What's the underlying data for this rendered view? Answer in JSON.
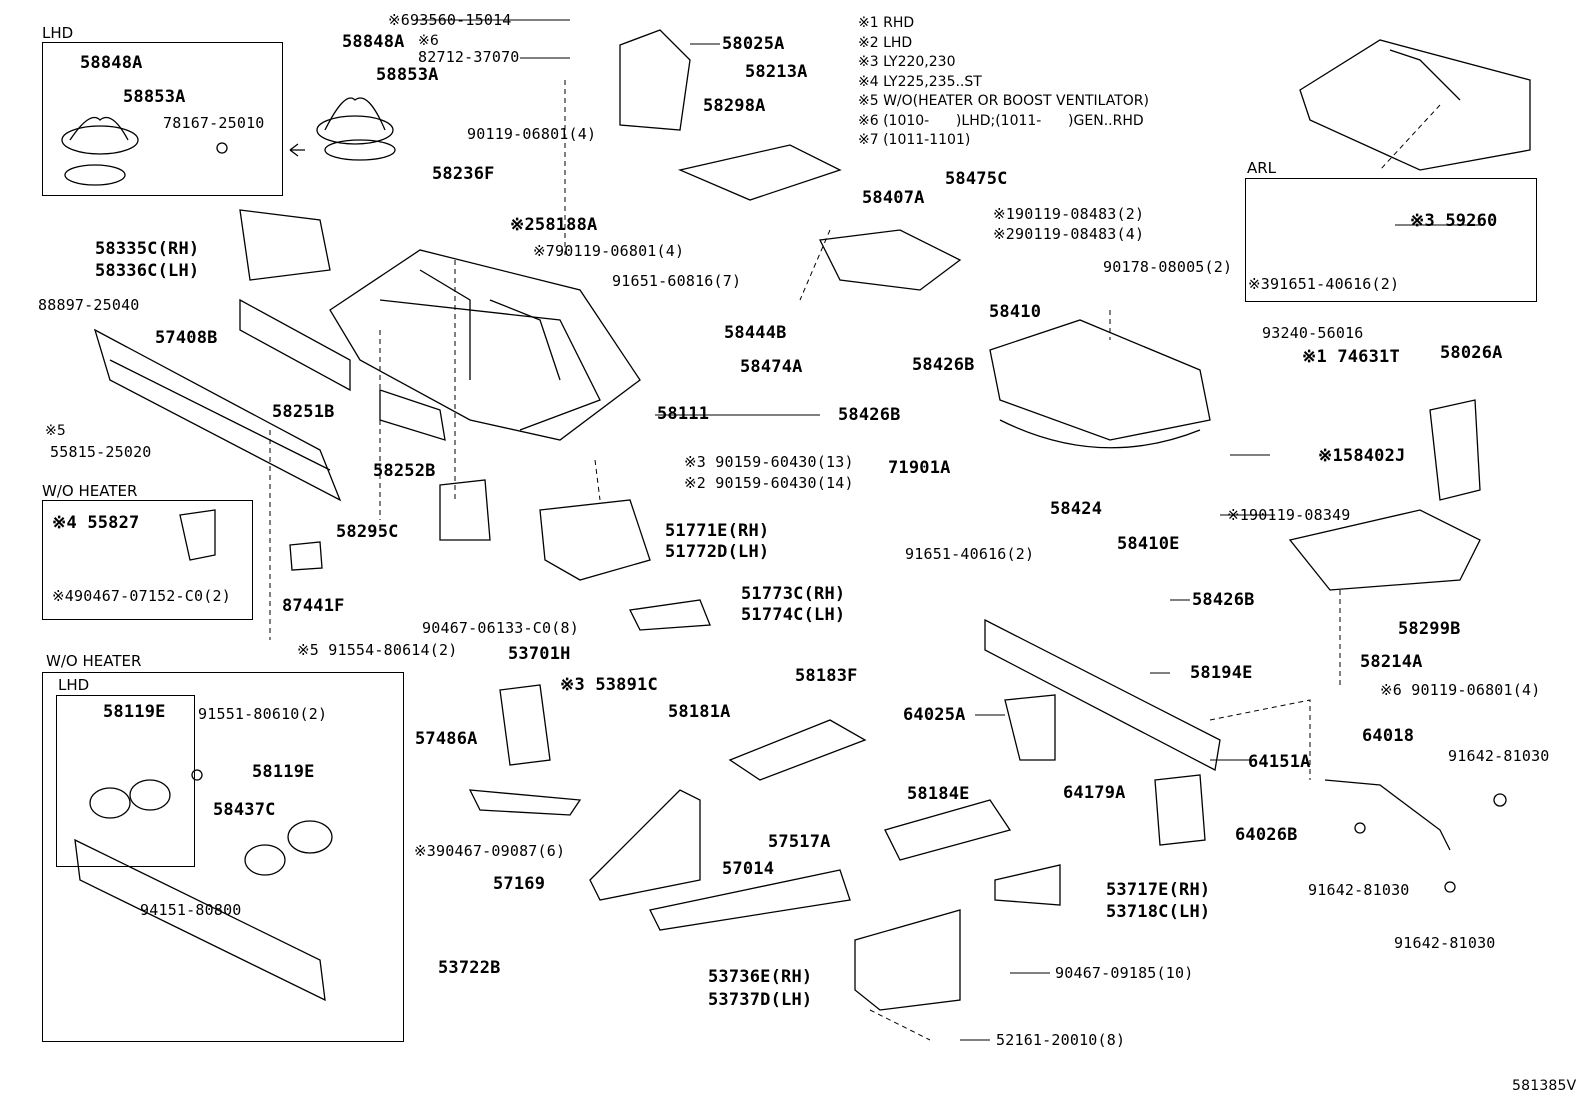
{
  "notes": [
    "※1 RHD",
    "※2 LHD",
    "※3 LY220,230",
    "※4 LY225,235..ST",
    "※5 W/O(HEATER OR BOOST VENTILATOR)",
    "※6 (1010-      )LHD;(1011-      )GEN..RHD",
    "※7 (1011-1101)"
  ],
  "boxes": {
    "lhd_top": "LHD",
    "arl": "ARL",
    "wo_heater_1": "W/O HEATER",
    "wo_heater_2": "W/O HEATER",
    "lhd_inner": "LHD"
  },
  "labels": {
    "p58848A_a": "58848A",
    "p58853A_a": "58853A",
    "p78167": "78167-25010",
    "p58848A_b": "58848A",
    "n6a": "※6",
    "p58853A_b": "58853A",
    "p93560": "※693560-15014",
    "p82712": "82712-37070",
    "p90119_06801_4": "90119-06801(4)",
    "p58236F": "58236F",
    "p58025A": "58025A",
    "p58213A": "58213A",
    "p58298A": "58298A",
    "p58188A": "※258188A",
    "p90119_06801_7": "※790119-06801(4)",
    "p58335C": "58335C(RH)",
    "p58336C": "58336C(LH)",
    "p88897": "88897-25040",
    "p57408B": "57408B",
    "n5": "※5",
    "p55815": "55815-25020",
    "p58251B": "58251B",
    "p58252B": "58252B",
    "p58111": "58111",
    "p90159_13": "※3 90159-60430(13)",
    "p90159_14": "※2 90159-60430(14)",
    "p58295C": "58295C",
    "p51771E": "51771E(RH)",
    "p51772D": "51772D(LH)",
    "p87441F": "87441F",
    "p55827": "※4 55827",
    "p90467_07152": "※490467-07152-C0(2)",
    "p51773C": "51773C(RH)",
    "p51774C": "51774C(LH)",
    "p90467_06133": "90467-06133-C0(8)",
    "p91554": "※5 91554-80614(2)",
    "p58407A": "58407A",
    "p58475C": "58475C",
    "p91651_60816": "91651-60816(7)",
    "p58444B": "58444B",
    "p58474A": "58474A",
    "p58426B_a": "58426B",
    "p58426B_b": "58426B",
    "p58426B_c": "58426B",
    "p90119_08483_2": "※190119-08483(2)",
    "p90119_08483_4": "※290119-08483(4)",
    "p90178": "90178-08005(2)",
    "p58410": "58410",
    "p93240": "93240-56016",
    "p74631T": "※1 74631T",
    "p71901A": "71901A",
    "p58424": "58424",
    "p58402J": "※158402J",
    "p90119_08349": "※190119-08349",
    "p91651_40616": "91651-40616(2)",
    "p58410E": "58410E",
    "p59260": "※3 59260",
    "p91651_40616_arl": "※391651-40616(2)",
    "p58026A": "58026A",
    "p58299B": "58299B",
    "p58214A": "58214A",
    "p90119_06801_6": "※6 90119-06801(4)",
    "p53701H": "53701H",
    "p53891C": "※3 53891C",
    "p58181A": "58181A",
    "p58183F": "58183F",
    "p57486A": "57486A",
    "p90467_09087": "※390467-09087(6)",
    "p57517A": "57517A",
    "p57169": "57169",
    "p57014": "57014",
    "p53722B": "53722B",
    "p53736E": "53736E(RH)",
    "p53737D": "53737D(LH)",
    "p90467_09185": "90467-09185(10)",
    "p52161": "52161-20010(8)",
    "p58119E_a": "58119E",
    "p91551": "91551-80610(2)",
    "p58119E_b": "58119E",
    "p58437C": "58437C",
    "p94151": "94151-80800",
    "p58194E": "58194E",
    "p64025A": "64025A",
    "p64179A": "64179A",
    "p64151A": "64151A",
    "p64026B": "64026B",
    "p58184E": "58184E",
    "p53717E": "53717E(RH)",
    "p53718C": "53718C(LH)",
    "p64018": "64018",
    "p91642_a": "91642-81030",
    "p91642_b": "91642-81030",
    "p91642_c": "91642-81030",
    "code": "581385V"
  }
}
